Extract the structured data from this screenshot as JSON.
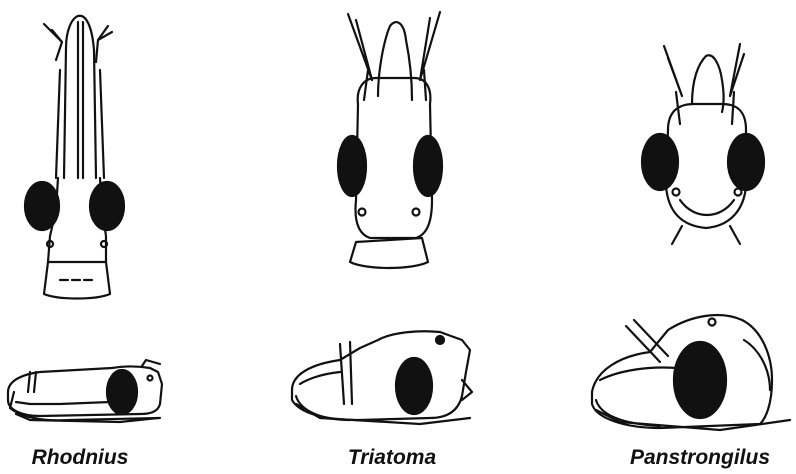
{
  "labels": {
    "rhodnius": "Rhodnius",
    "triatoma": "Triatoma",
    "panstrongylus": "Panstrongilus"
  }
}
